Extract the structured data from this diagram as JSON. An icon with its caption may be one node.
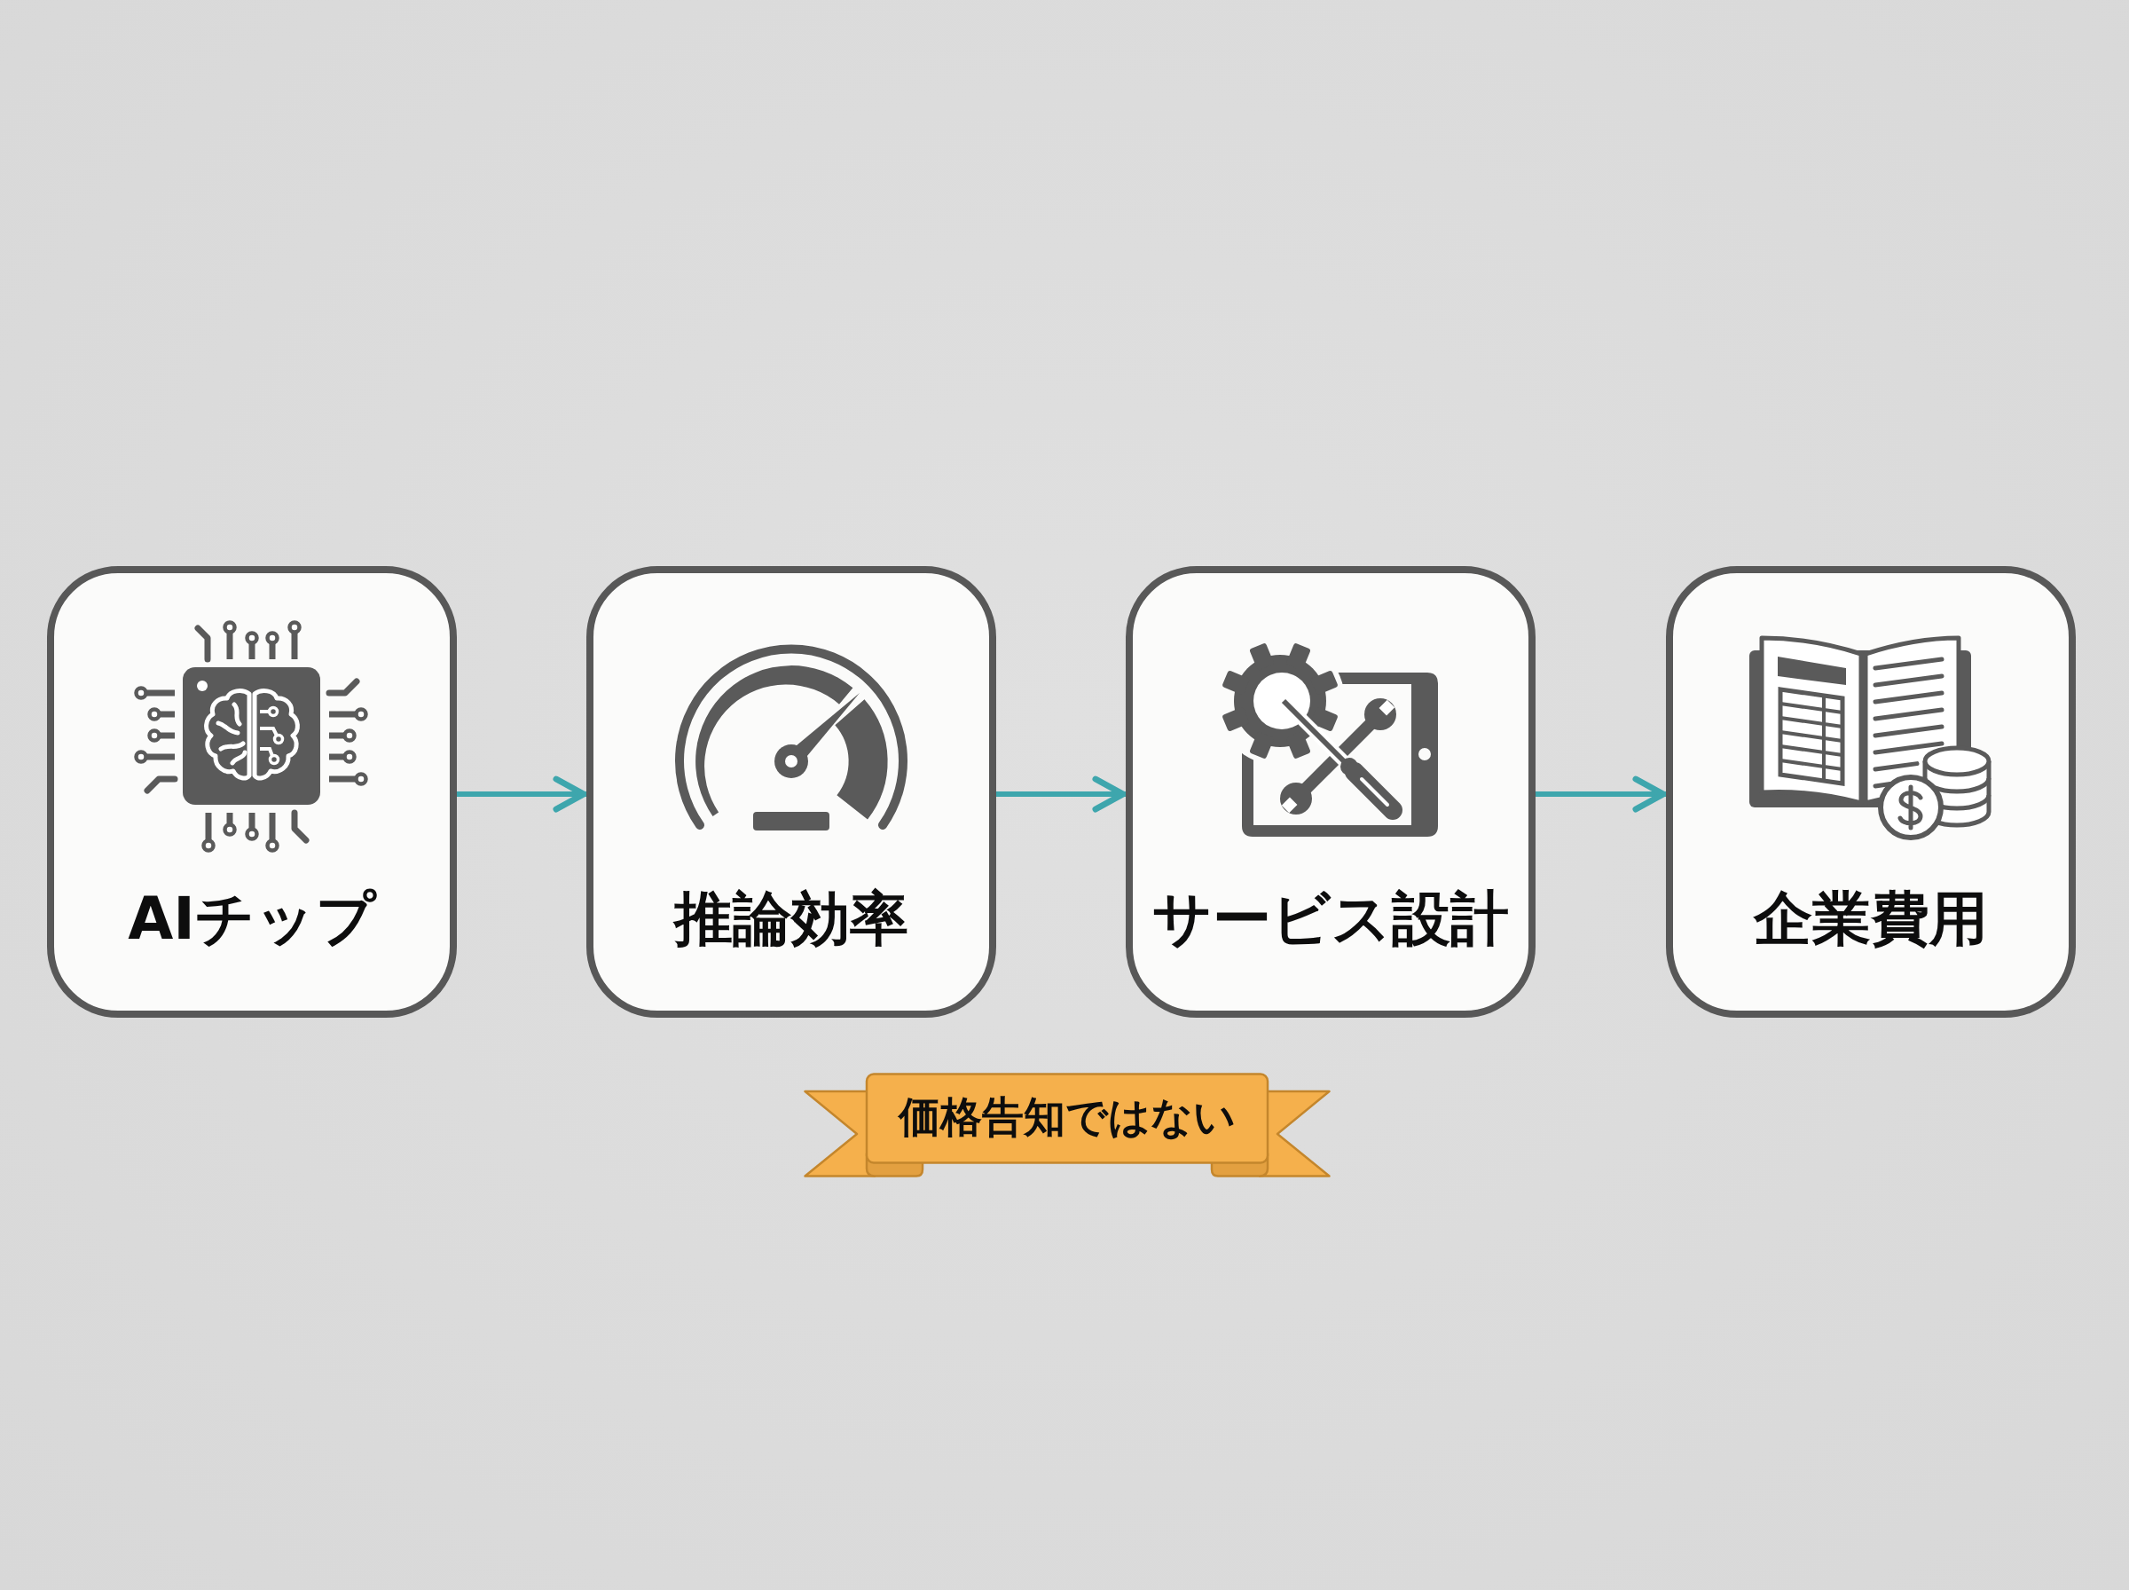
{
  "diagram": {
    "nodes": [
      {
        "text": [
          "AIチップ"
        ]
      },
      {
        "text": [
          "推論効率"
        ]
      },
      {
        "text": [
          "サービス設計"
        ]
      },
      {
        "text": [
          "企業費用"
        ]
      },
      {
        "text": [
          "価格告知ではない"
        ]
      }
    ],
    "edges": [
      {
        "from": 0,
        "to": 1,
        "arrow": "to"
      },
      {
        "from": 1,
        "to": 2,
        "arrow": "to"
      },
      {
        "from": 2,
        "to": 3,
        "arrow": "to"
      }
    ]
  }
}
